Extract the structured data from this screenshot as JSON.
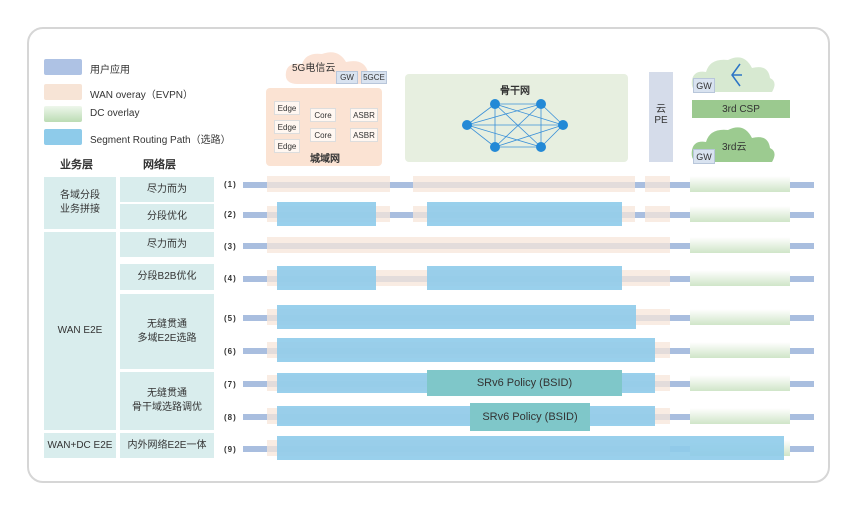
{
  "legend": [
    {
      "label": "用户应用",
      "color": "#aec2e4"
    },
    {
      "label": "WAN overay（EVPN）",
      "color": "#f7e4d6"
    },
    {
      "label": "DC overlay",
      "color": "#cfe6c9"
    },
    {
      "label": "Segment Routing Path（选路）",
      "color": "#8ecbea"
    }
  ],
  "headers": {
    "business": "业务层",
    "network": "网络层"
  },
  "business_cells": [
    "各域分段\n业务拼接",
    "WAN E2E",
    "WAN+DC E2E"
  ],
  "network_cells": [
    "尽力而为",
    "分段优化",
    "尽力而为",
    "分段B2B优化",
    "无缝贯通\n多域E2E选路",
    "无缝贯通\n骨干域选路调优",
    "内外网络E2E一体"
  ],
  "row_labels": [
    "(1)",
    "(2)",
    "(3)",
    "(4)",
    "(5)",
    "(6)",
    "(7)",
    "(8)",
    "(9)"
  ],
  "topology": {
    "cloud_5g": "5G电信云",
    "gw": "GW",
    "fivegce": "5GCE",
    "metro_edge": [
      "Edge",
      "Edge",
      "Edge"
    ],
    "metro_core": [
      "Core",
      "Core"
    ],
    "metro_asbr": [
      "ASBR",
      "ASBR"
    ],
    "metro_label": "城域网",
    "backbone_label": "骨干网",
    "pe_label": "云\nPE",
    "csp_gw": "GW",
    "csp_label": "3rd CSP",
    "third_cloud_gw": "GW",
    "third_cloud_label": "3rd云"
  },
  "bsid_labels": [
    "SRv6 Policy (BSID)",
    "SRv6 Policy (BSID)"
  ]
}
